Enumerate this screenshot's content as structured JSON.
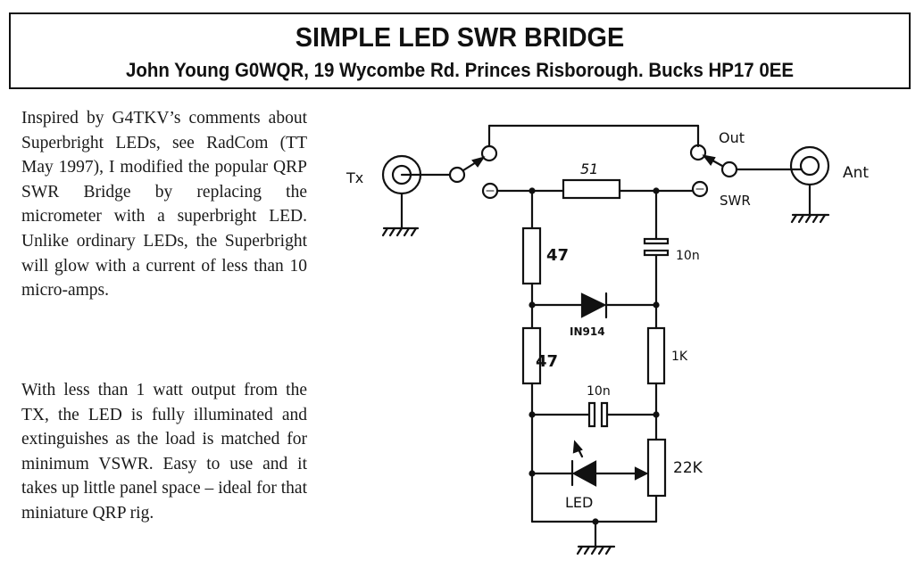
{
  "header": {
    "title": "SIMPLE LED SWR BRIDGE",
    "subtitle": "John Young G0WQR, 19 Wycombe Rd. Princes Risborough. Bucks HP17 0EE"
  },
  "article": {
    "paragraphs": [
      "Inspired by G4TKV’s comments about Superbright LEDs, see RadCom (TT May 1997), I modified the popular QRP SWR Bridge by replacing the micrometer with a superbright LED. Unlike ordinary LEDs, the Superbright will glow with a current of less than 10 micro-amps.",
      "With less than 1 watt output from the TX, the LED is fully illuminated and extinguishes as the load is matched for minimum VSWR. Easy to use and it takes up little panel space – ideal for that miniature QRP rig."
    ]
  },
  "schematic": {
    "labels": {
      "tx": "Tx",
      "ant": "Ant",
      "out": "Out",
      "swr": "SWR",
      "r_series": "51",
      "r_top": "47",
      "r_bottom": "47",
      "c_top": "10n",
      "c_mid": "10n",
      "diode": "IN914",
      "r_1k": "1K",
      "pot": "22K",
      "led": "LED"
    }
  }
}
